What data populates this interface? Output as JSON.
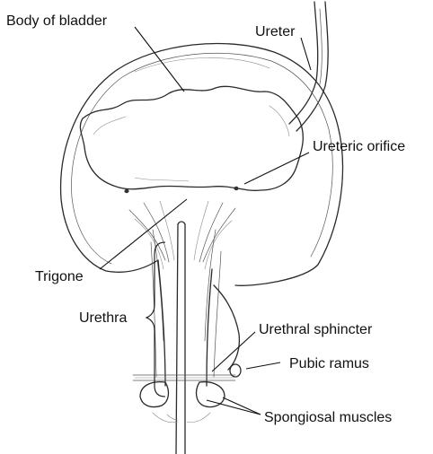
{
  "labels": {
    "body_of_bladder": "Body of bladder",
    "ureter": "Ureter",
    "ureteric_orifice": "Ureteric orifice",
    "trigone": "Trigone",
    "urethra": "Urethra",
    "urethral_sphincter": "Urethral sphincter",
    "pubic_ramus": "Pubic ramus",
    "spongiosal_muscles": "Spongiosal muscles"
  }
}
